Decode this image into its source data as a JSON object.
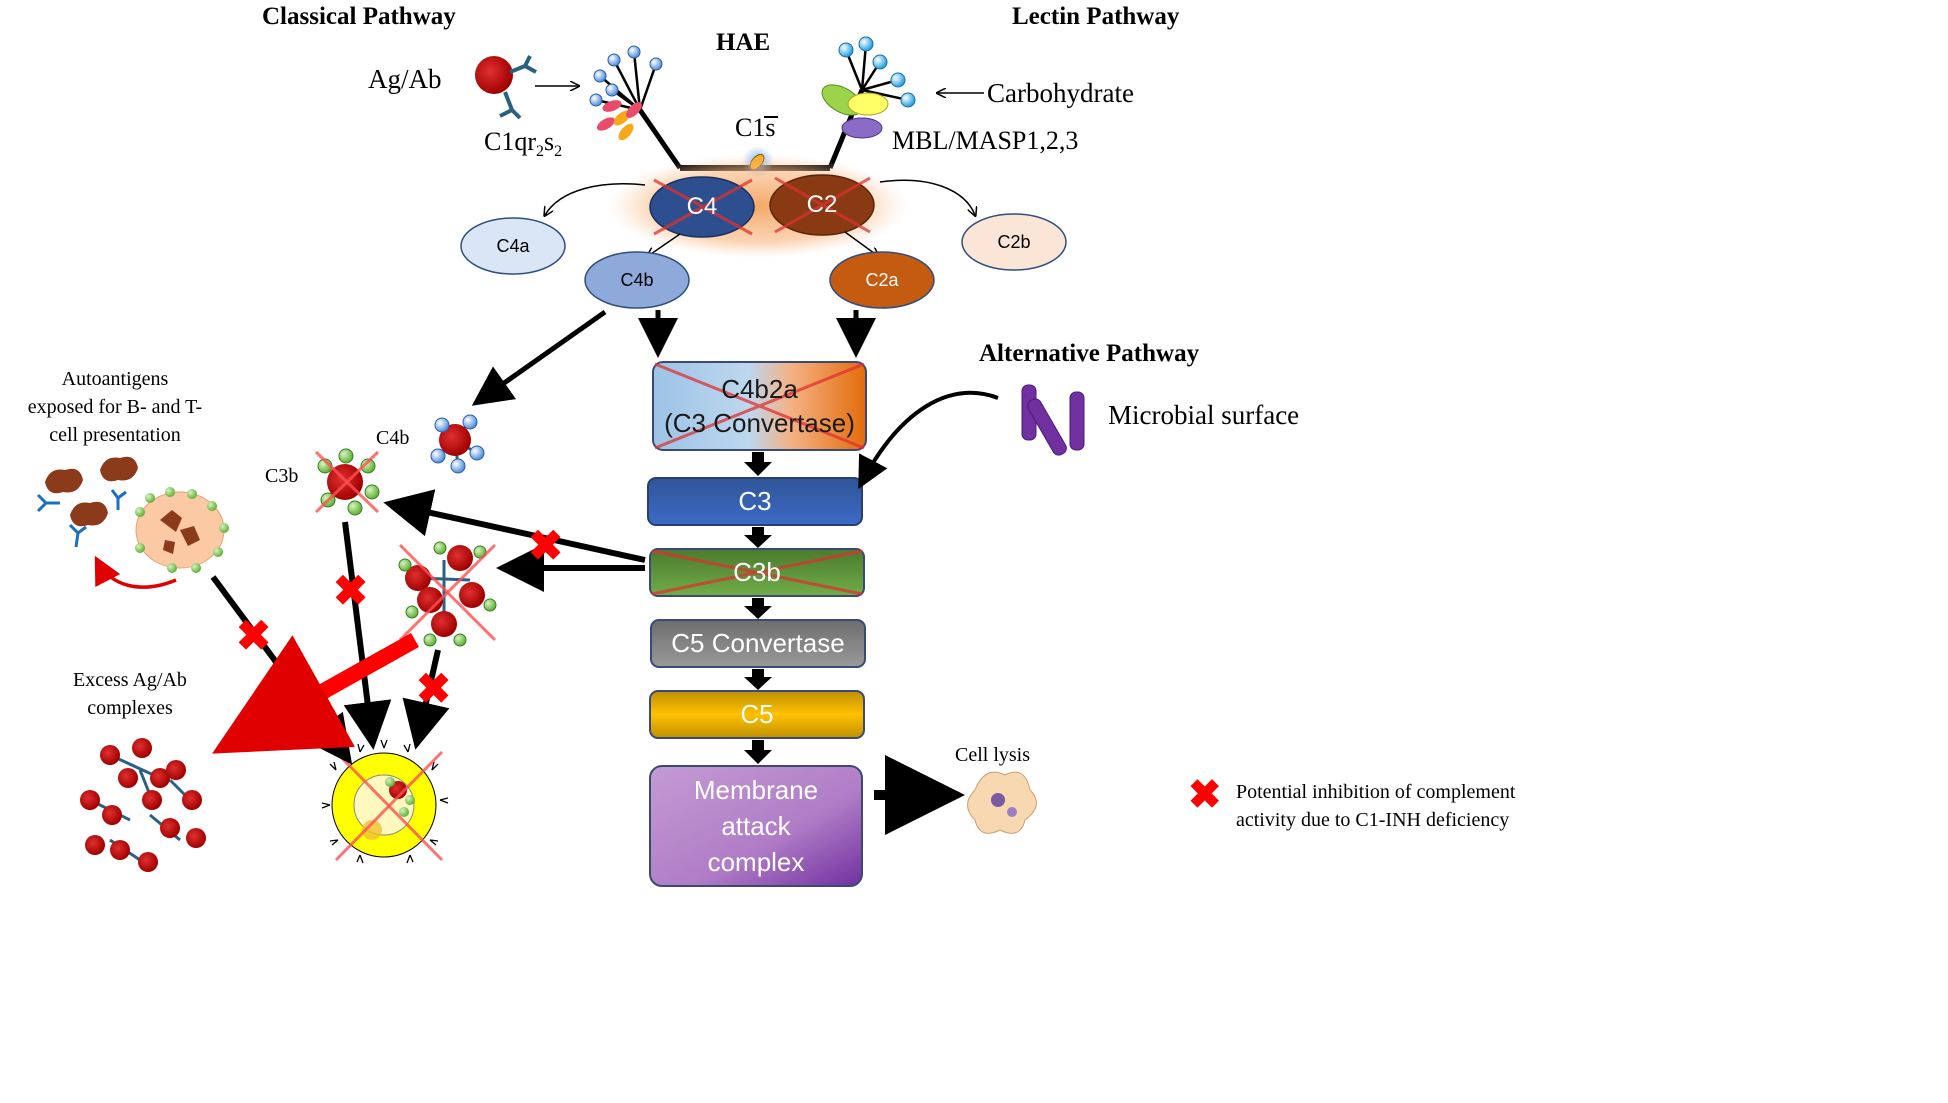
{
  "titles": {
    "classical": "Classical Pathway",
    "lectin": "Lectin Pathway",
    "hae": "HAE",
    "alternative": "Alternative Pathway"
  },
  "labels": {
    "ag_ab": "Ag/Ab",
    "c1qr2s2_base": "C1qr",
    "c1qr2s2_sub1": "2",
    "c1qr2s2_mid": "s",
    "c1qr2s2_sub2": "2",
    "c1s": "C1s",
    "carbohydrate": "Carbohydrate",
    "mbl": "MBL/MASP1,2,3",
    "microbial": "Microbial surface",
    "autoantigens": "Autoantigens exposed for B- and T- cell presentation",
    "autoantigens_line1": "Autoantigens",
    "autoantigens_line2": "exposed for B- and T-",
    "autoantigens_line3": "cell presentation",
    "c4b_side": "C4b",
    "c3b_side": "C3b",
    "excess_line1": "Excess Ag/Ab",
    "excess_line2": "complexes",
    "cell_lysis": "Cell lysis",
    "legend_line1": "Potential inhibition of complement",
    "legend_line2": "activity due to C1-INH deficiency"
  },
  "nodes": {
    "c4": "C4",
    "c2": "C2",
    "c4a": "C4a",
    "c2b": "C2b",
    "c4b": "C4b",
    "c2a": "C2a",
    "c4b2a_line1": "C4b2a",
    "c4b2a_line2": "(C3 Convertase)",
    "c3": "C3",
    "c3b": "C3b",
    "c5conv": "C5 Convertase",
    "c5": "C5",
    "mac_line1": "Membrane",
    "mac_line2": "attack",
    "mac_line3": "complex"
  },
  "colors": {
    "inhibition_x": "#ff0000",
    "c4": "#2e4f8f",
    "c2": "#8a3a12",
    "c3": "#2f5597",
    "c3b": "#548235",
    "c5conv": "#808080",
    "c5": "#bf9000",
    "mac": "#a05ab0"
  },
  "icons": {
    "legend": "red-x-icon"
  }
}
